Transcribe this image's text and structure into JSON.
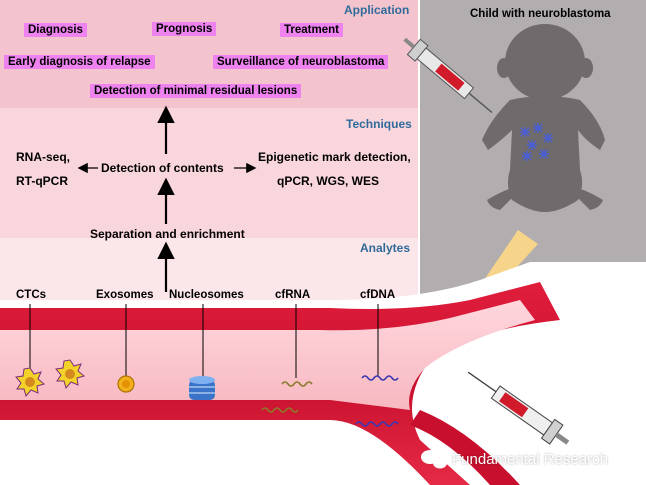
{
  "application": {
    "heading": "Application",
    "items": [
      "Diagnosis",
      "Prognosis",
      "Treatment",
      "Early diagnosis of relapse",
      "Surveillance of neuroblastoma",
      "Detection of minimal residual lesions"
    ]
  },
  "techniques": {
    "heading": "Techniques",
    "left_line1": "RNA-seq,",
    "left_line2": "RT-qPCR",
    "center": "Detection of contents",
    "right_line1": "Epigenetic mark detection,",
    "right_line2": "qPCR, WGS, WES",
    "separation": "Separation and enrichment"
  },
  "analytes": {
    "heading": "Analytes",
    "items": [
      "CTCs",
      "Exosomes",
      "Nucleosomes",
      "cfRNA",
      "cfDNA"
    ]
  },
  "patient_panel": {
    "title": "Child with neuroblastoma"
  },
  "credit": "Fundamental Research",
  "colors": {
    "application_band": "#f4c4ce",
    "techniques_band": "#f8d6dc",
    "analytes_band": "#fbe6ea",
    "tag_fill": "#ee82ee",
    "heading_blue": "#2f6b9a",
    "vessel_red": "#c8102e",
    "arrow_yellow": "#f6d58a"
  },
  "icons": [
    "syringe-icon",
    "child-silhouette-icon",
    "tumor-cells-icon",
    "wechat-icon"
  ]
}
